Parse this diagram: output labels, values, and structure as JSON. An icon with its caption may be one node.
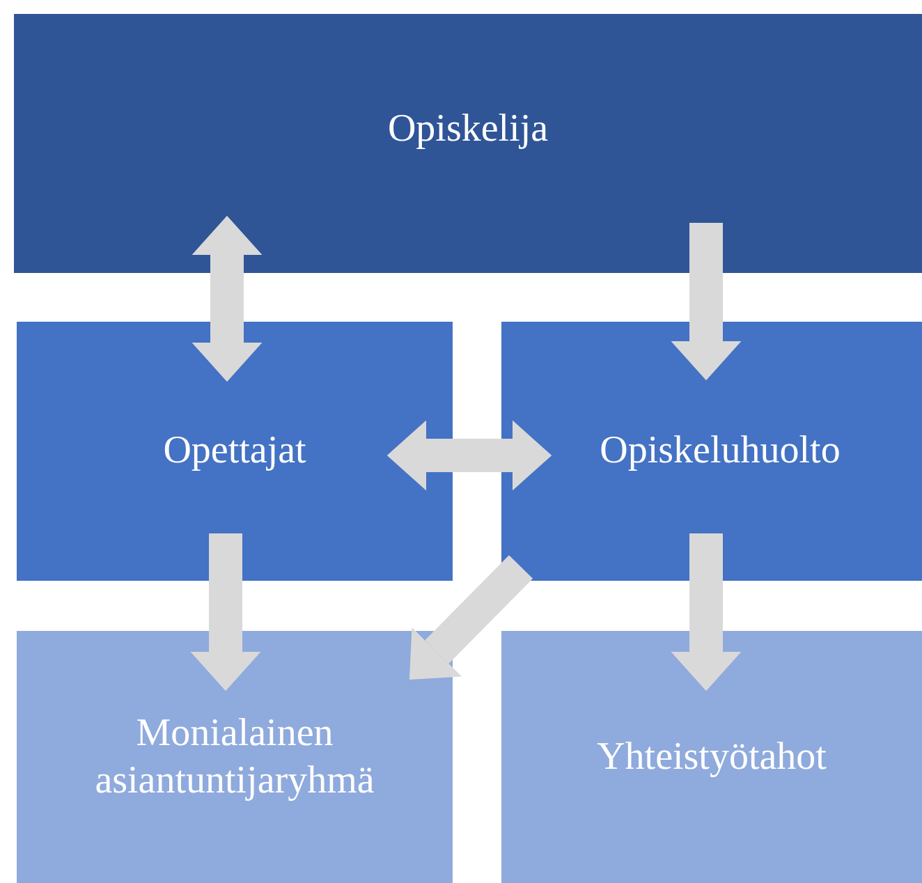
{
  "diagram": {
    "nodes": [
      {
        "text": [
          "Opiskelija"
        ]
      },
      {
        "text": [
          "Opettajat"
        ]
      },
      {
        "text": [
          "Opiskeluhuolto"
        ]
      },
      {
        "text": [
          "Monialainen asiantuntijaryhmä"
        ]
      },
      {
        "text": [
          "Yhteistyötahot"
        ]
      }
    ],
    "edges": [
      {
        "from": 0,
        "to": 1,
        "arrow": "both"
      },
      {
        "from": 0,
        "to": 2,
        "arrow": "to"
      },
      {
        "from": 1,
        "to": 2,
        "arrow": "both"
      },
      {
        "from": 1,
        "to": 3,
        "arrow": "to"
      },
      {
        "from": 2,
        "to": 3,
        "arrow": "to"
      },
      {
        "from": 2,
        "to": 4,
        "arrow": "to"
      }
    ]
  }
}
